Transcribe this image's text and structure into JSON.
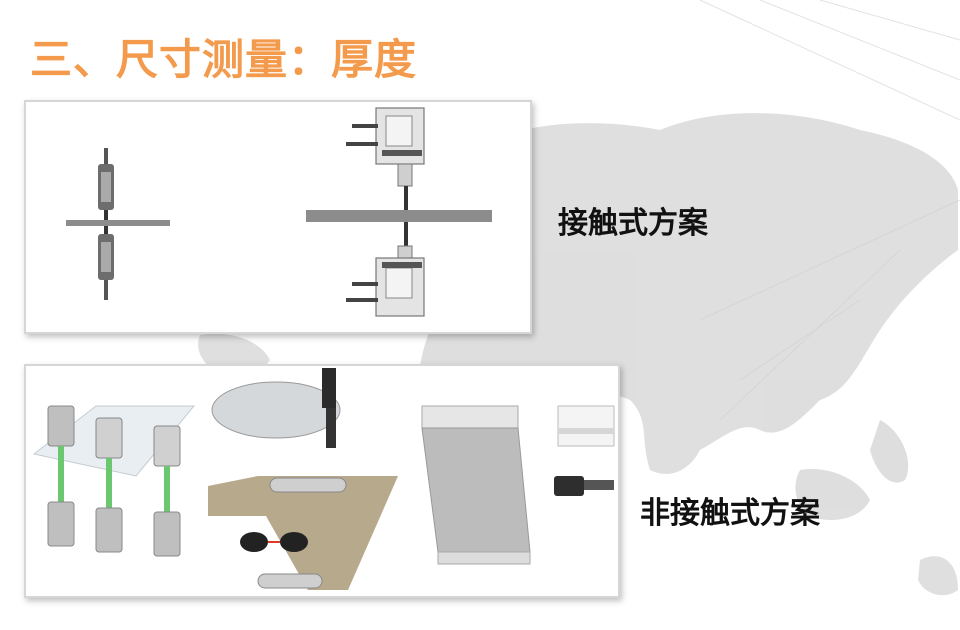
{
  "title": "三、尺寸测量：厚度",
  "labels": {
    "contact": "接触式方案",
    "non_contact": "非接触式方案"
  },
  "colors": {
    "title": "#F39A4C",
    "map": "#D9D9D9",
    "beam": "#6CC870",
    "laser": "#E03A2A",
    "board": "#B7A98B"
  }
}
